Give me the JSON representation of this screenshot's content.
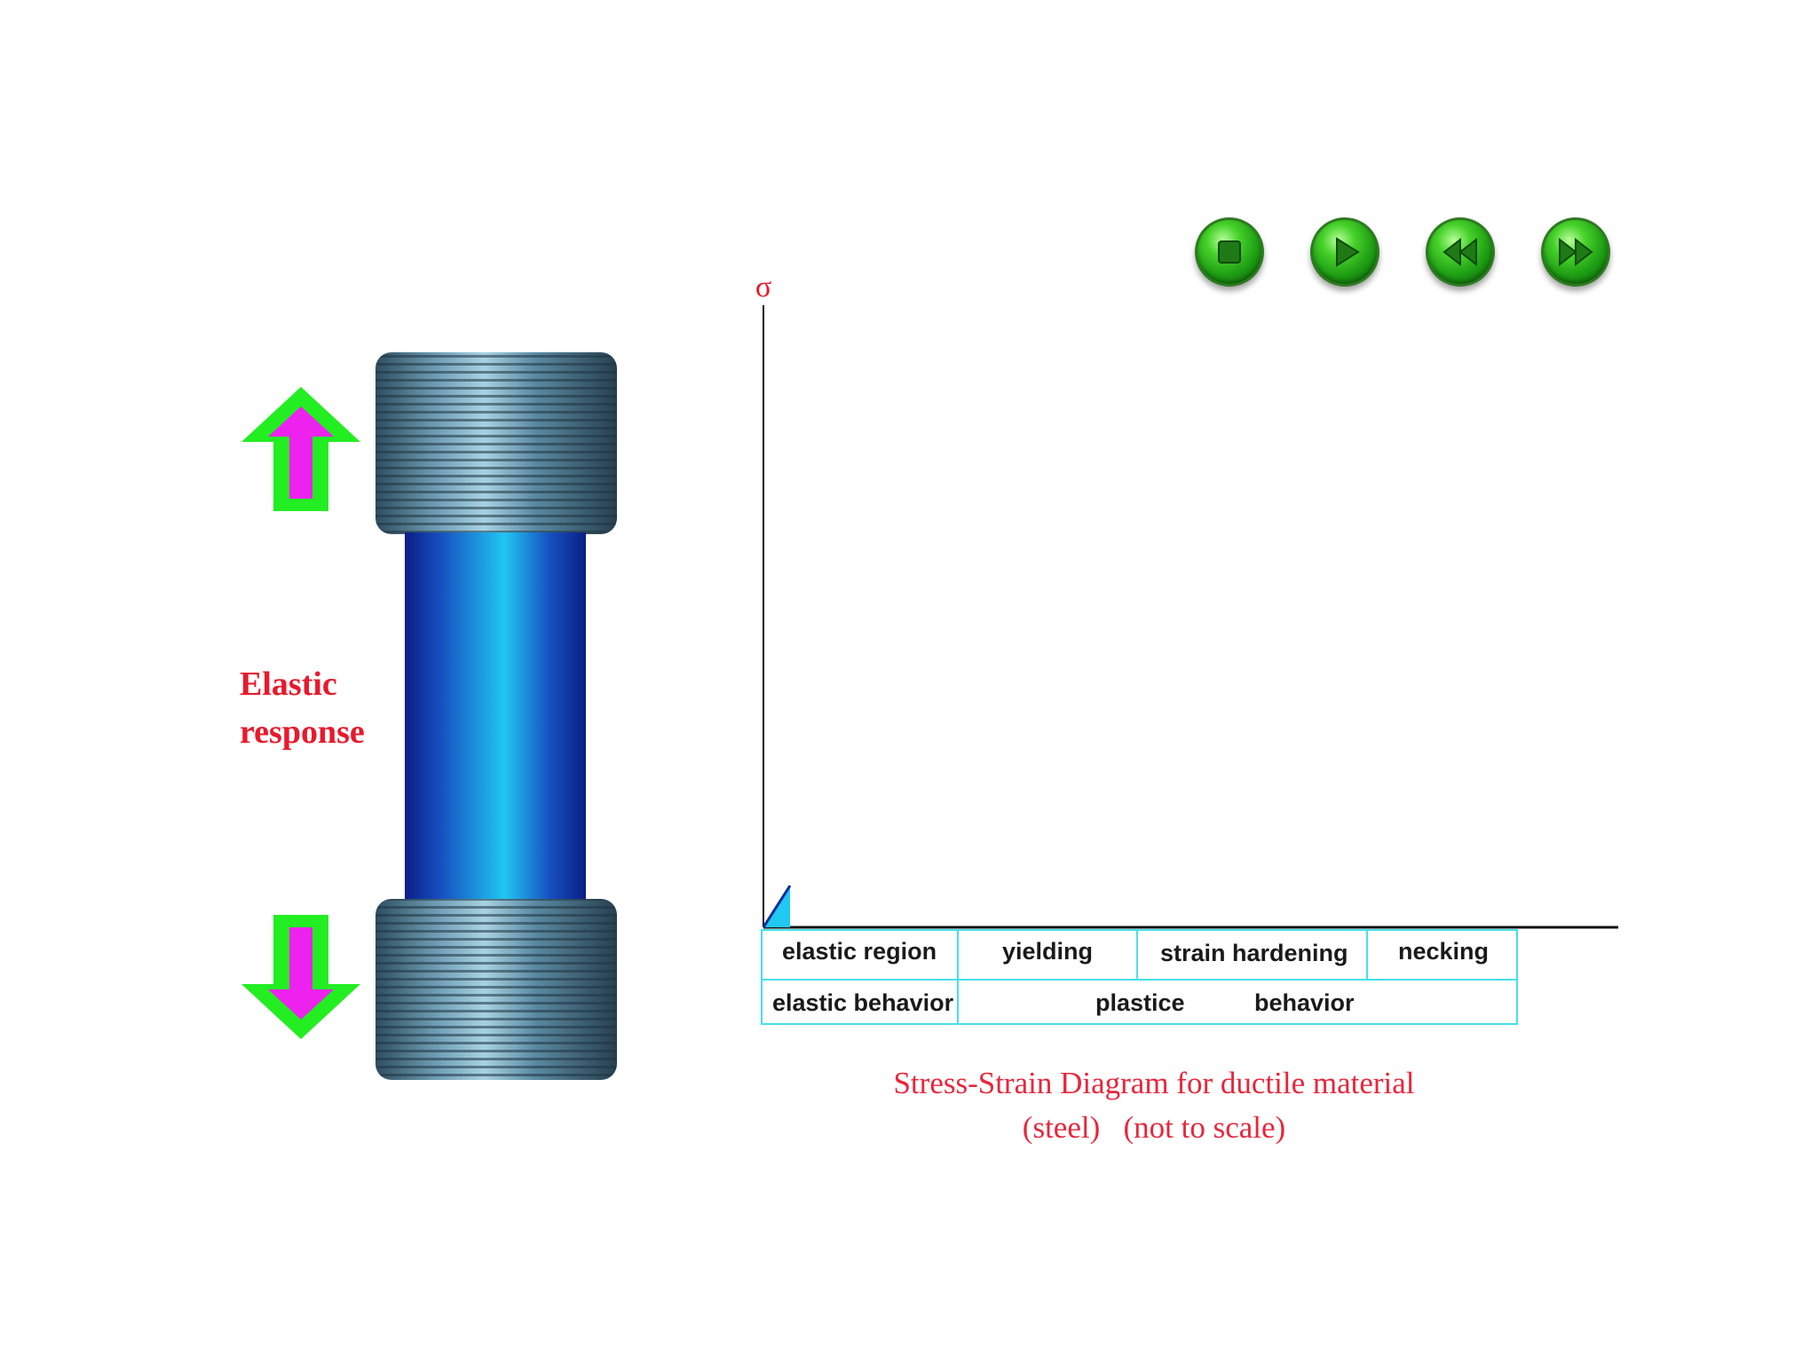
{
  "annotation": {
    "elastic_line1": "Elastic",
    "elastic_line2": "response"
  },
  "chart": {
    "y_axis_symbol": "σ"
  },
  "regions_row1": [
    "elastic region",
    "yielding",
    "strain hardening",
    "necking"
  ],
  "regions_row2": [
    "elastic behavior",
    "plastice",
    "behavior"
  ],
  "caption": {
    "line1": "Stress-Strain Diagram for ductile material",
    "line2": "(steel)   (not to scale)"
  },
  "controls": {
    "stop": "stop-icon",
    "play": "play-icon",
    "rewind": "rewind-icon",
    "forward": "fast-forward-icon"
  },
  "colors": {
    "arrow_green": "#22ee22",
    "arrow_magenta": "#ee22ee",
    "label_red": "#e8192c",
    "table_cyan": "#47e0ea",
    "elastic_fill": "#1fc9f0"
  }
}
